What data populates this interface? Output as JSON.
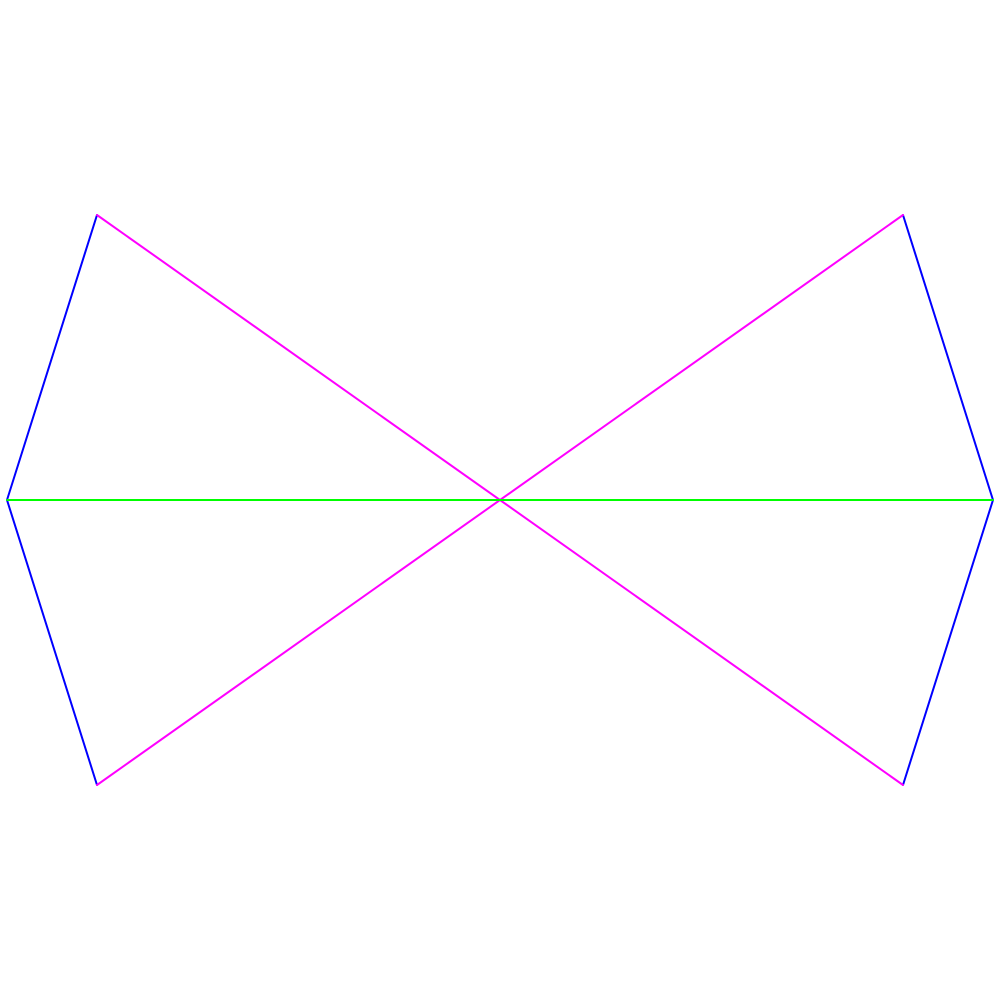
{
  "figure": {
    "background": "#ffffff",
    "segment_colors": {
      "outer_edge": "#0000ff",
      "diagonal": "#ff00ff",
      "horizontal_axis": "#00ff00"
    },
    "segments": [
      {
        "id": "outer-edge-top-left",
        "kind": "outer_edge"
      },
      {
        "id": "outer-edge-bottom-left",
        "kind": "outer_edge"
      },
      {
        "id": "outer-edge-top-right",
        "kind": "outer_edge"
      },
      {
        "id": "outer-edge-bottom-right",
        "kind": "outer_edge"
      },
      {
        "id": "diagonal-descending",
        "kind": "diagonal"
      },
      {
        "id": "diagonal-ascending",
        "kind": "diagonal"
      },
      {
        "id": "horizontal-axis",
        "kind": "horizontal_axis"
      }
    ]
  }
}
